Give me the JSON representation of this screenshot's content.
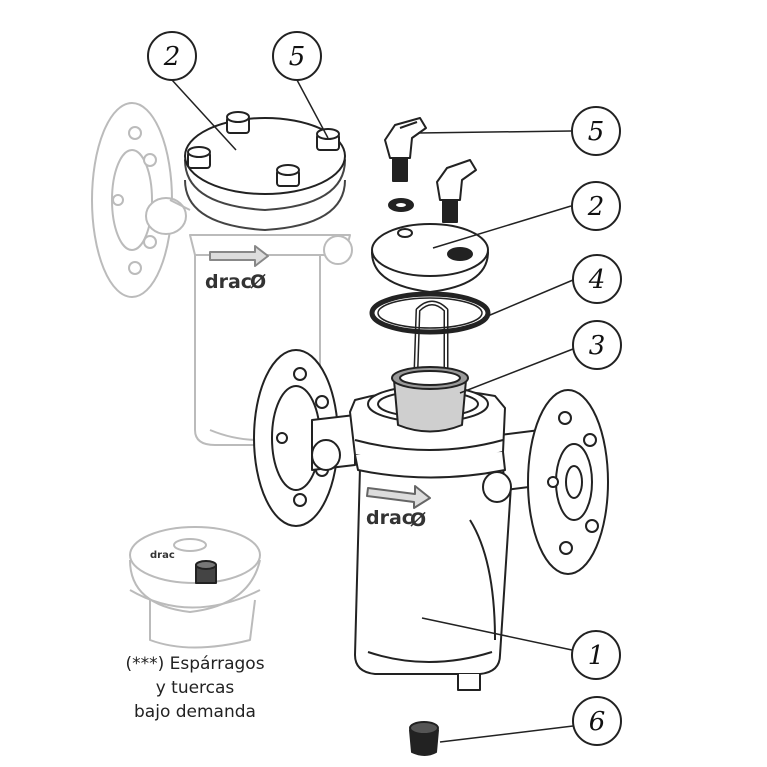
{
  "callouts": [
    {
      "id": "c2a",
      "label": "2"
    },
    {
      "id": "c5a",
      "label": "5"
    },
    {
      "id": "c5b",
      "label": "5"
    },
    {
      "id": "c2b",
      "label": "2"
    },
    {
      "id": "c4",
      "label": "4"
    },
    {
      "id": "c3",
      "label": "3"
    },
    {
      "id": "c1",
      "label": "1"
    },
    {
      "id": "c6",
      "label": "6"
    }
  ],
  "brand": {
    "text": "drac",
    "mark": "Ø"
  },
  "caption": {
    "line1": "(***) Espárragos",
    "line2": "y tuercas",
    "line3": "bajo demanda"
  }
}
